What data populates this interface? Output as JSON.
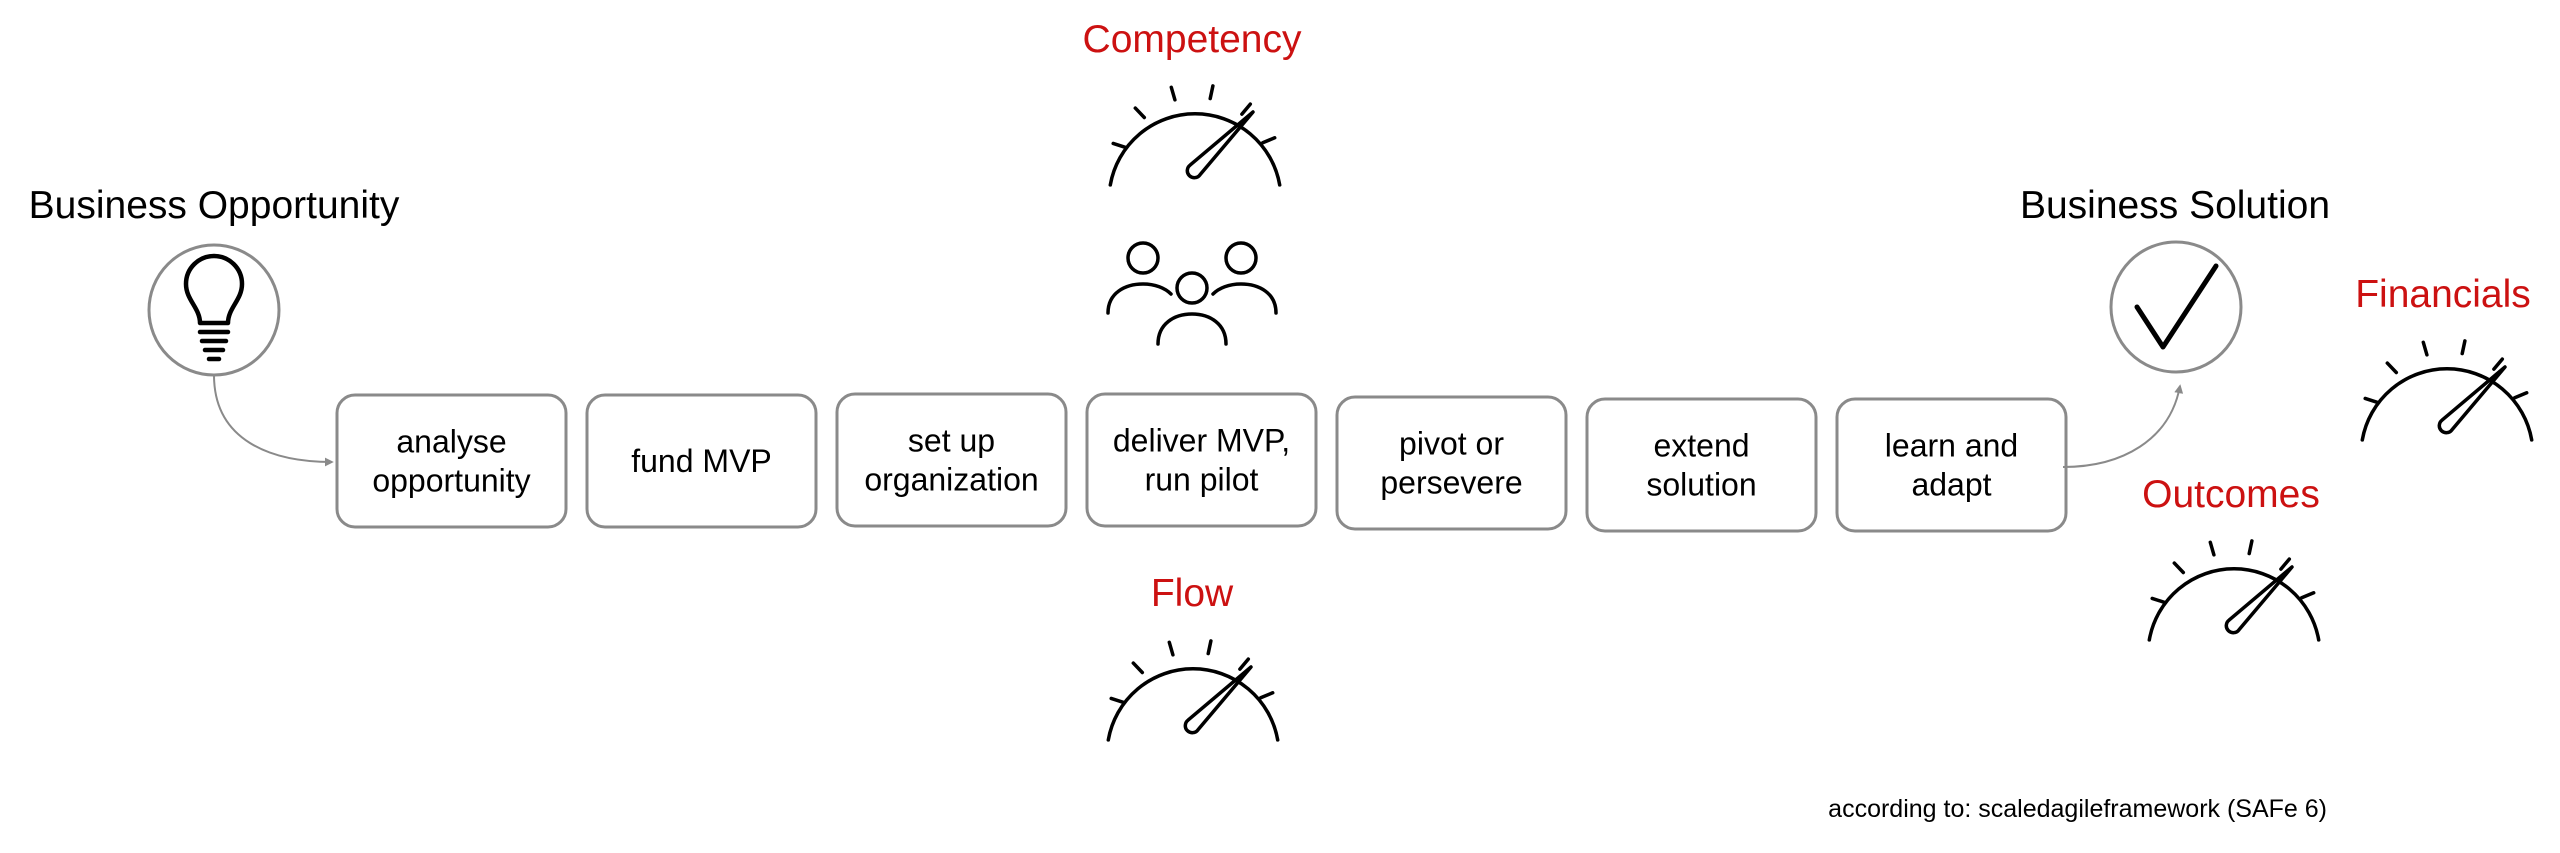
{
  "start": {
    "title": "Business Opportunity",
    "icon": "lightbulb-icon"
  },
  "end": {
    "title": "Business Solution",
    "icon": "checkmark-icon"
  },
  "steps": [
    {
      "lines": [
        "analyse",
        "opportunity"
      ]
    },
    {
      "lines": [
        "fund MVP"
      ]
    },
    {
      "lines": [
        "set up",
        "organization"
      ]
    },
    {
      "lines": [
        "deliver MVP,",
        "run pilot"
      ]
    },
    {
      "lines": [
        "pivot or",
        "persevere"
      ]
    },
    {
      "lines": [
        "extend",
        "solution"
      ]
    },
    {
      "lines": [
        "learn and",
        "adapt"
      ]
    }
  ],
  "metrics": {
    "competency": "Competency",
    "flow": "Flow",
    "financials": "Financials",
    "outcomes": "Outcomes"
  },
  "team_icon": "team-icon",
  "gauge_icon": "speedometer-icon",
  "colors": {
    "metric_label": "#cc1111",
    "box_border": "#8a8a8a",
    "connector": "#8a8a8a"
  },
  "footnote": "according to: scaledagileframework (SAFe 6)"
}
